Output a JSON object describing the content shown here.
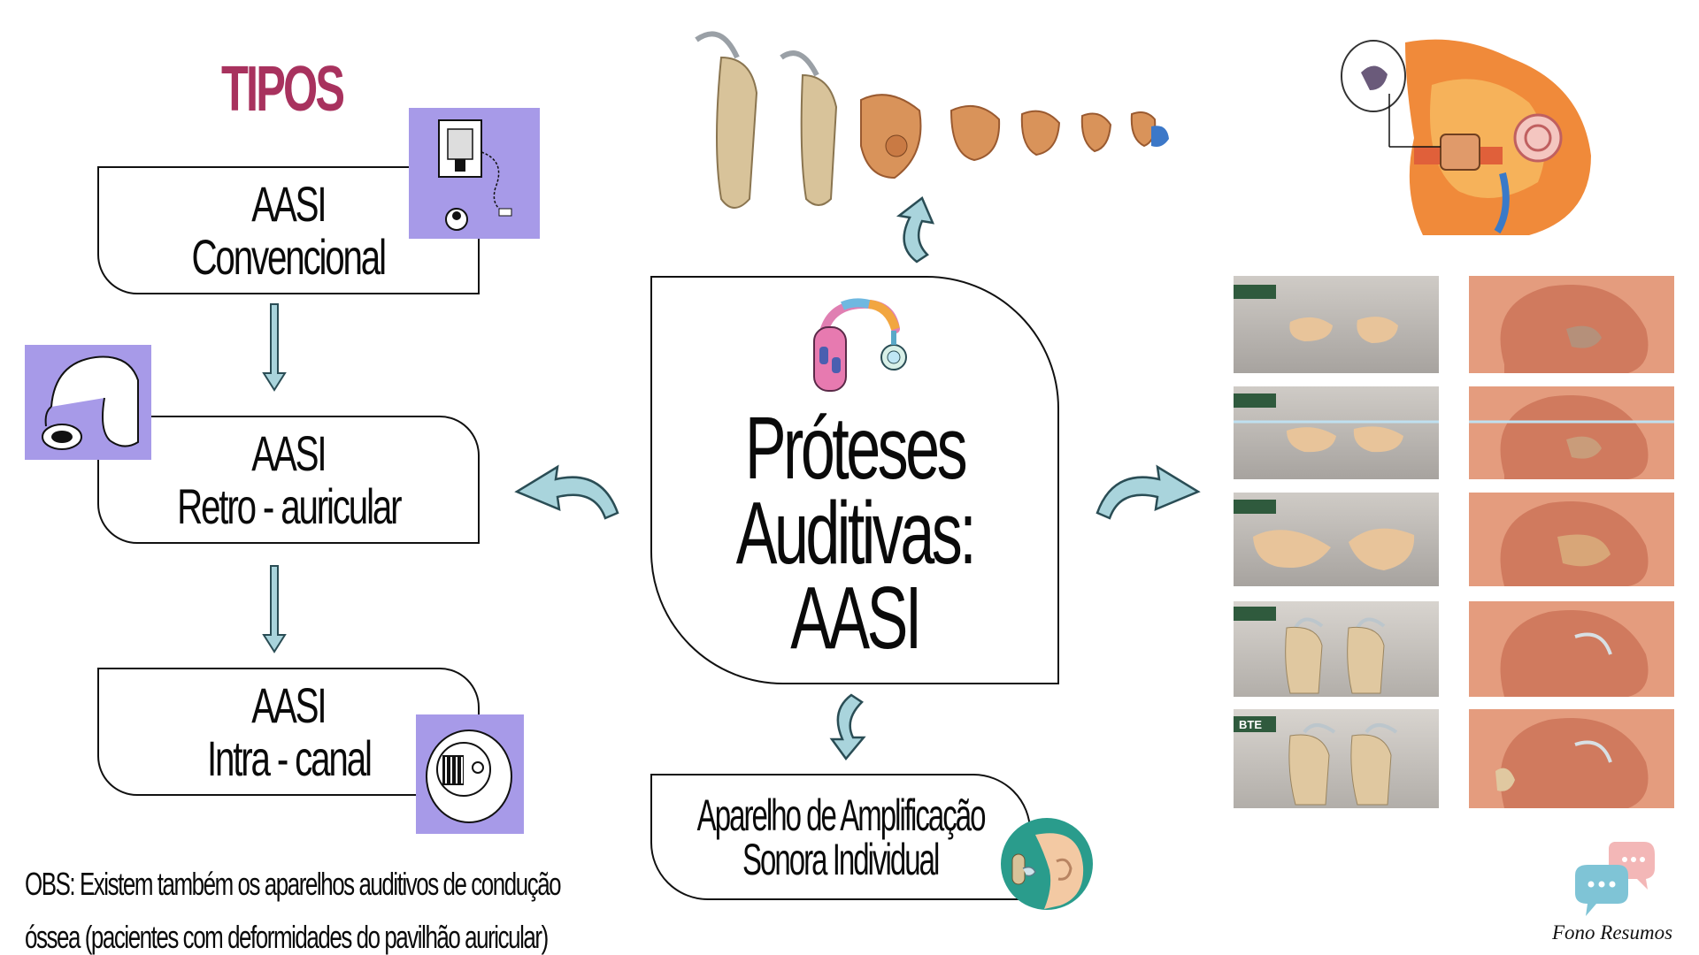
{
  "tipos_title": "TIPOS",
  "types": [
    {
      "line1": "AASI",
      "line2": "Convencional"
    },
    {
      "line1": "AASI",
      "line2": "Retro - auricular"
    },
    {
      "line1": "AASI",
      "line2": "Intra - canal"
    }
  ],
  "central": {
    "line1": "Próteses",
    "line2": "Auditivas:",
    "line3": "AASI"
  },
  "bottom_box": {
    "line1": "Aparelho de Amplificação",
    "line2": "Sonora Individual"
  },
  "obs": {
    "line1": "OBS: Existem também os aparelhos auditivos de condução",
    "line2": "óssea (pacientes com deformidades do pavilhão auricular)"
  },
  "photo_grid_badge": "BTE",
  "credit": "Fono Resumos",
  "colors": {
    "tipos": "#a8325e",
    "arrow_fill": "#a9d4dc",
    "arrow_stroke": "#2a4d55",
    "illustration_bg": "#a79ae8",
    "hearing_aid_beige": "#d8c39a",
    "badge_green": "#2f5a3d"
  }
}
